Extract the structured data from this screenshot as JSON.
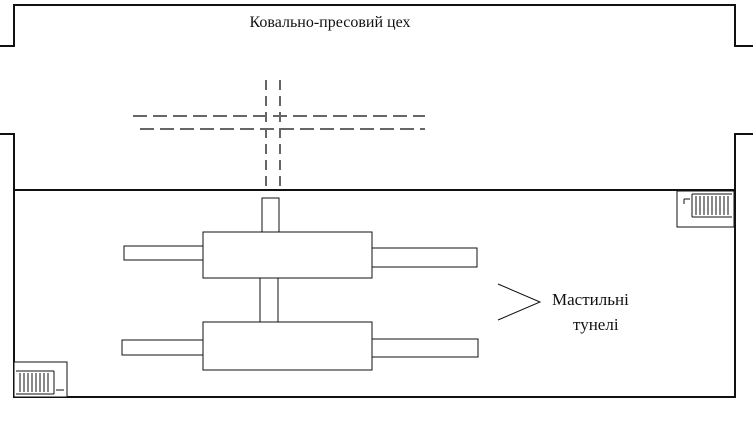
{
  "title": "Ковально-пресовий цех",
  "tunnel_label": {
    "line1": "Мастильні",
    "line2": "тунелі"
  }
}
